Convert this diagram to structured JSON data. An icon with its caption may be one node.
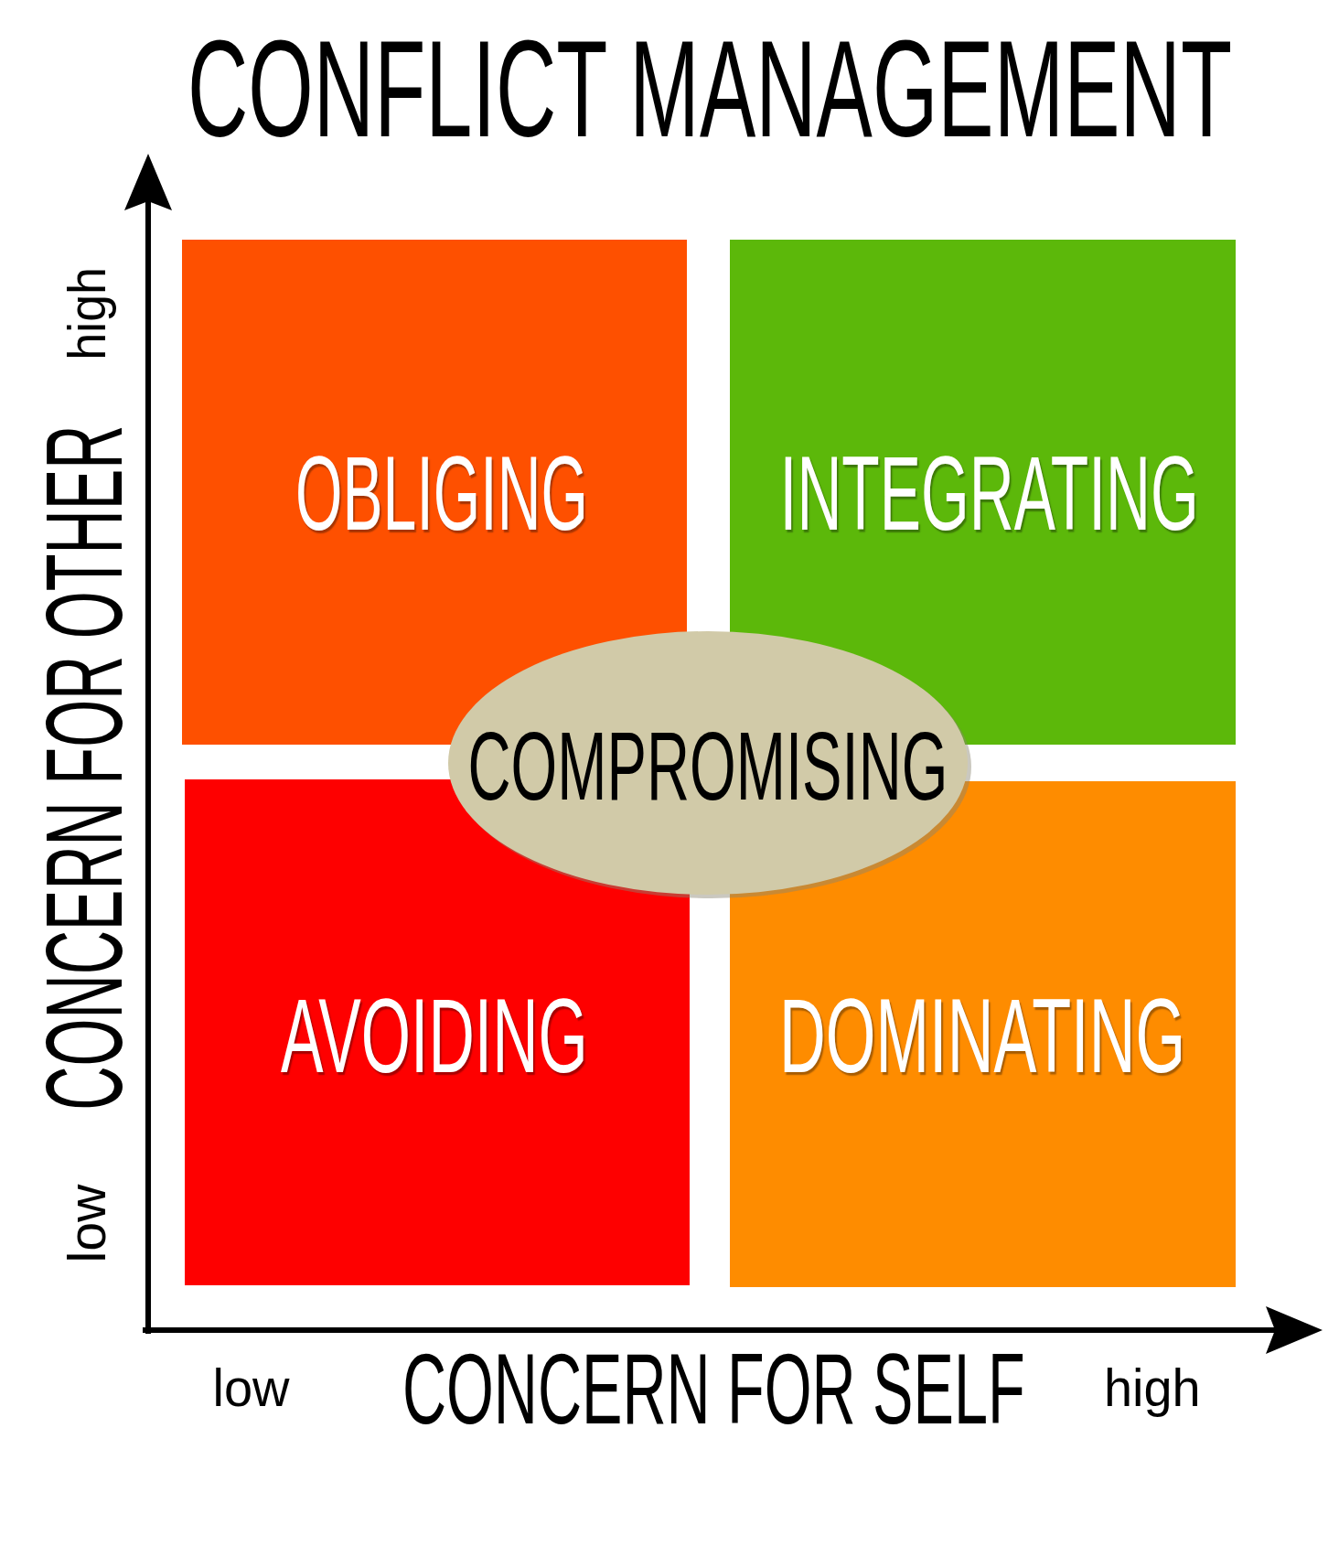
{
  "diagram": {
    "title": "CONFLICT MANAGEMENT",
    "nodes": [
      {
        "text": [
          "OBLIGING"
        ]
      },
      {
        "text": [
          "INTEGRATING"
        ]
      },
      {
        "text": [
          "AVOIDING"
        ]
      },
      {
        "text": [
          "DOMINATING"
        ]
      },
      {
        "text": [
          "COMPROMISING"
        ]
      }
    ],
    "labels": [
      "high",
      "CONCERN FOR OTHER",
      "low",
      "low",
      "CONCERN FOR SELF",
      "high"
    ]
  }
}
